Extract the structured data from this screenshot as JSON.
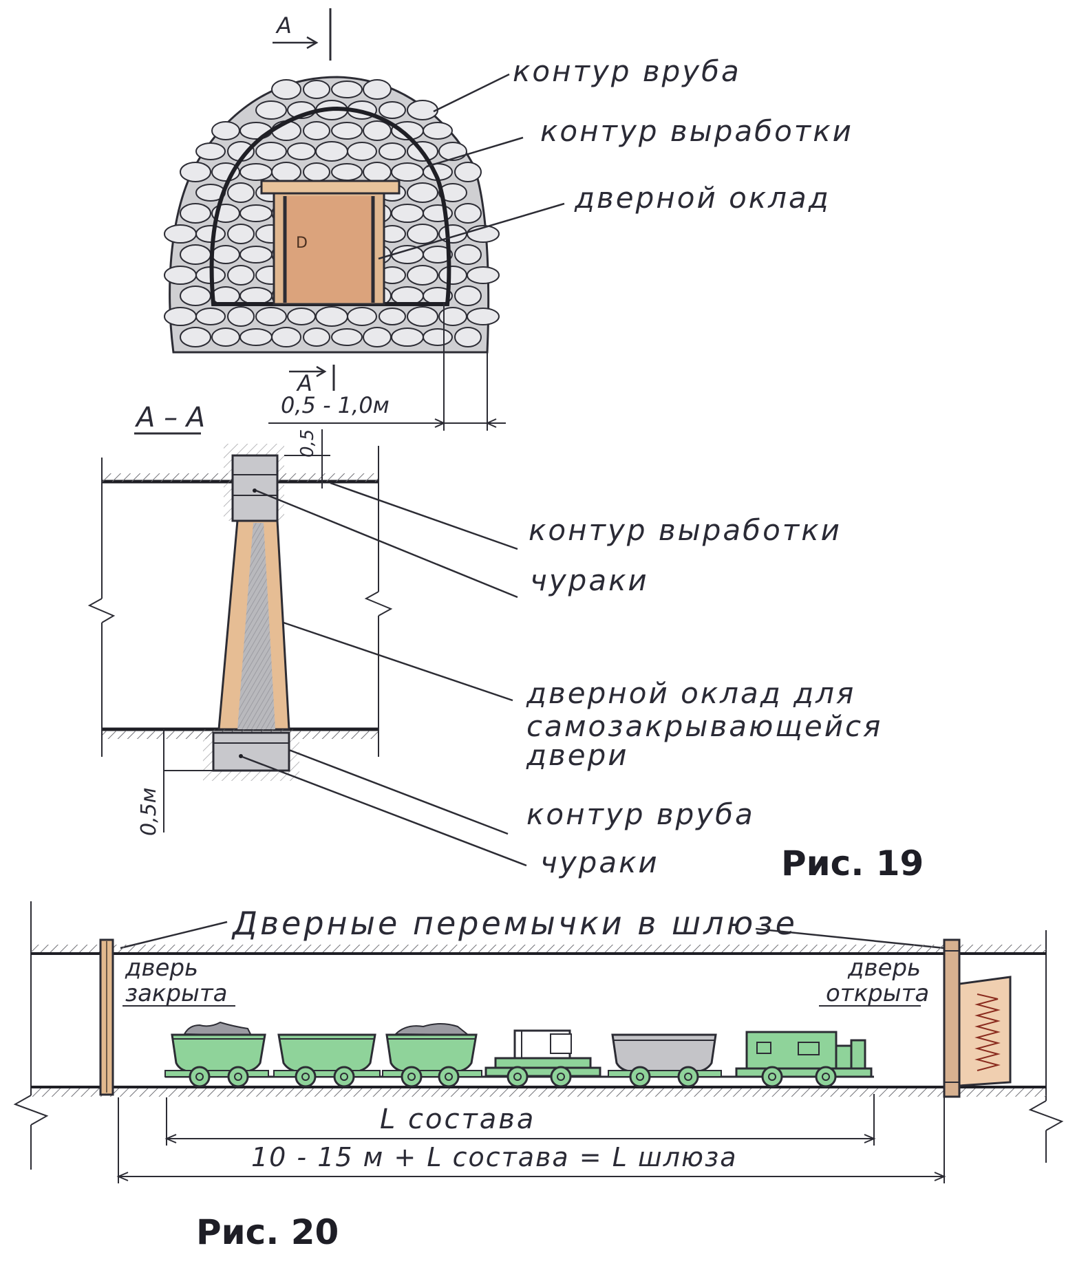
{
  "figures": {
    "fig19": "Рис. 19",
    "fig20": "Рис. 20"
  },
  "fig19": {
    "section_mark": "А",
    "section_title": "А – А",
    "front_labels": {
      "cut_contour": "контур вруба",
      "working_contour": "контур выработки",
      "door_frame": "дверной оклад"
    },
    "front_dimension": "0,5 - 1,0м",
    "section_labels": {
      "working_contour": "контур выработки",
      "blocks_top": "чураки",
      "door_frame_line1": "дверной оклад  для",
      "door_frame_line2": "самозакрывающейся",
      "door_frame_line3": "двери",
      "cut_contour": "контур вруба",
      "blocks_bottom": "чураки"
    },
    "top_dimension": "0,5",
    "bottom_dimension": "0,5м"
  },
  "fig20": {
    "title": "Дверные перемычки в шлюзе",
    "door_closed_line1": "дверь",
    "door_closed_line2": "закрыта",
    "door_open_line1": "дверь",
    "door_open_line2": "открыта",
    "train_length": "L состава",
    "lock_length": "10 - 15 м + L состава = L шлюза"
  },
  "colors": {
    "wood": "#e2b98e",
    "stone": "#9a9a9a",
    "wagon_green": "#8fd39a",
    "ink": "#2c2c34"
  }
}
